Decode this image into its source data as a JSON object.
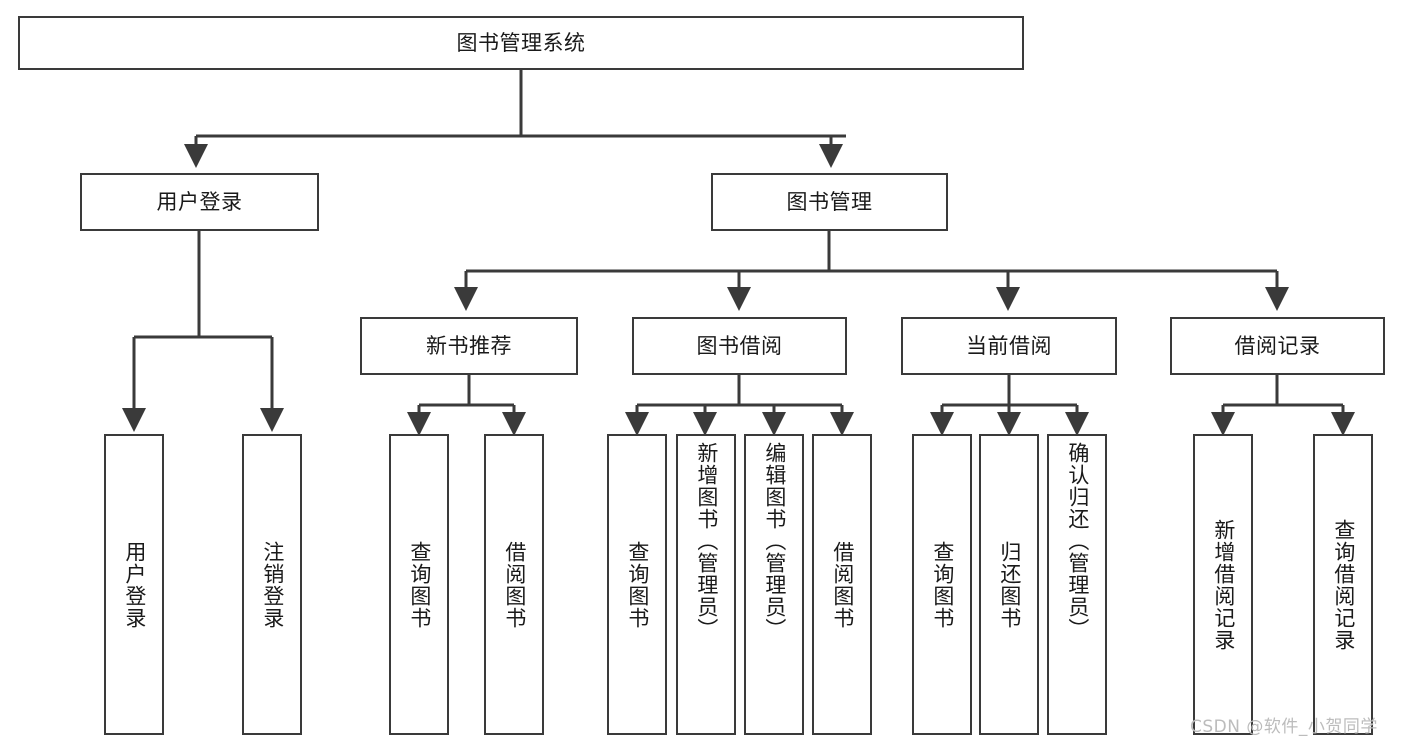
{
  "diagram": {
    "title": "图书管理系统",
    "type": "tree-hierarchy",
    "watermark": "CSDN @软件_小贺同学",
    "colors": {
      "background": "#ffffff",
      "box_border": "#3a3a3a",
      "connector": "#3a3a3a",
      "text": "#1a1a1a",
      "watermark": "#bcbcbc"
    },
    "root": {
      "label": "图书管理系统"
    },
    "level2": [
      {
        "id": "user-login",
        "label": "用户登录"
      },
      {
        "id": "book-management",
        "label": "图书管理"
      }
    ],
    "level3": [
      {
        "id": "new-book-recommend",
        "label": "新书推荐",
        "parent": "book-management"
      },
      {
        "id": "book-borrow",
        "label": "图书借阅",
        "parent": "book-management"
      },
      {
        "id": "current-borrow",
        "label": "当前借阅",
        "parent": "book-management"
      },
      {
        "id": "borrow-record",
        "label": "借阅记录",
        "parent": "book-management"
      }
    ],
    "leaves": {
      "user_login": [
        {
          "id": "leaf-user-login",
          "label": "用户登录"
        },
        {
          "id": "leaf-user-logout",
          "label": "注销登录"
        }
      ],
      "new_book_recommend": [
        {
          "id": "leaf-query-book-1",
          "label": "查询图书"
        },
        {
          "id": "leaf-borrow-book-1",
          "label": "借阅图书"
        }
      ],
      "book_borrow": [
        {
          "id": "leaf-query-book-2",
          "label": "查询图书"
        },
        {
          "id": "leaf-add-book",
          "label": "新增图书（管理员）"
        },
        {
          "id": "leaf-edit-book",
          "label": "编辑图书（管理员）"
        },
        {
          "id": "leaf-borrow-book-2",
          "label": "借阅图书"
        }
      ],
      "current_borrow": [
        {
          "id": "leaf-query-book-3",
          "label": "查询图书"
        },
        {
          "id": "leaf-return-book",
          "label": "归还图书"
        },
        {
          "id": "leaf-confirm-return",
          "label": "确认归还（管理员）"
        }
      ],
      "borrow_record": [
        {
          "id": "leaf-add-record",
          "label": "新增借阅记录"
        },
        {
          "id": "leaf-query-record",
          "label": "查询借阅记录"
        }
      ]
    }
  }
}
